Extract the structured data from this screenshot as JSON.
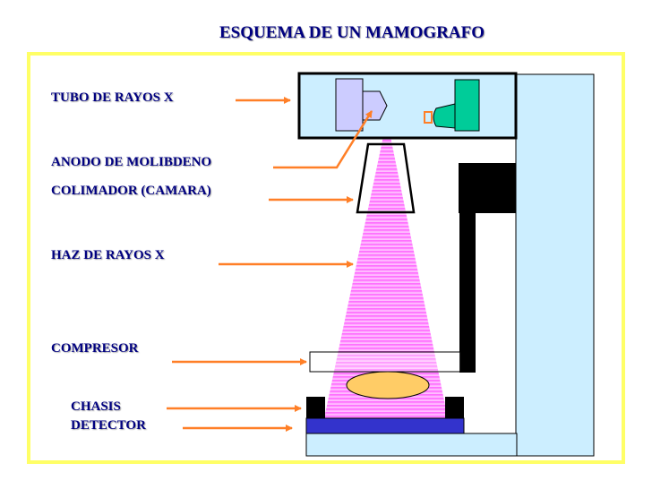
{
  "title": "ESQUEMA DE UN MAMOGRAFO",
  "labels": {
    "tubo": "TUBO DE RAYOS X",
    "anodo": "ANODO DE MOLIBDENO",
    "colimador": "COLIMADOR (CAMARA)",
    "haz": "HAZ DE RAYOS X",
    "compresor": "COMPRESOR",
    "chasis": "CHASIS",
    "detector": "DETECTOR"
  },
  "colors": {
    "title": "#000080",
    "frame": "#ffff66",
    "arrow": "#ff7f27",
    "column": "#cceeff",
    "beam": "#ff88ff",
    "detector": "#3333cc",
    "breast": "#ffcc66",
    "anode": "#ccccff",
    "cathode": "#00cc99"
  }
}
